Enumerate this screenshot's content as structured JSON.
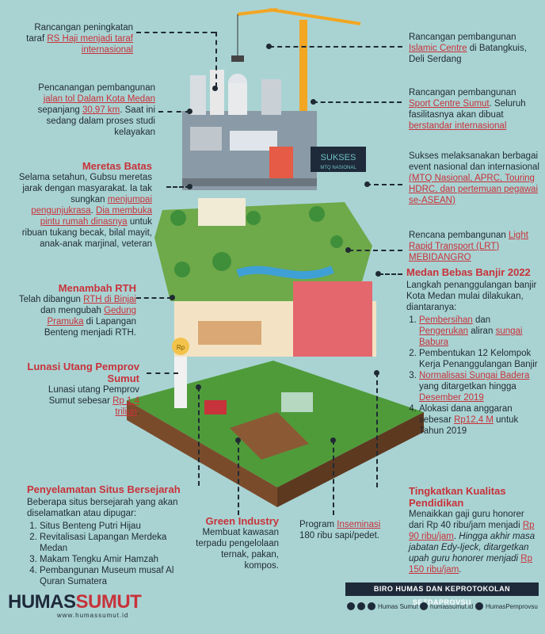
{
  "items": {
    "rs": {
      "pre": "Rancangan peningkatan taraf ",
      "hl": "RS Haji menjadi taraf internasional",
      "post": ""
    },
    "islamic": {
      "pre": "Rancangan pembangunan ",
      "hl": "Islamic Centre",
      "post": " di Batangkuis, Deli Serdang"
    },
    "tol": {
      "pre": "Pencanangan pembangunan ",
      "hl": "jalan tol Dalam Kota Medan",
      "post": " sepanjang ",
      "hl2": "30,97 km",
      "post2": ". Saat ini sedang dalam proses studi kelayakan"
    },
    "sport": {
      "pre": "Rancangan pembangunan ",
      "hl": "Sport Centre Sumut",
      "post": ". Seluruh fasilitasnya akan dibuat ",
      "hl2": "berstandar internasional",
      "post2": ""
    },
    "meretas": {
      "title": "Meretas Batas",
      "pre": "Selama setahun, Gubsu meretas jarak dengan masyarakat. Ia tak sungkan ",
      "hl": "menjumpai pengunjukrasa",
      "post": ". ",
      "hl2": "Dia membuka pintu rumah dinasnya",
      "post2": " untuk ribuan tukang becak, bilal mayit, anak-anak marjinal, veteran"
    },
    "sukses": {
      "pre": "Sukses melaksanakan berbagai event nasional dan internasional ",
      "hl": "(MTQ Nasional, APRC, Touring HDRC, dan pertemuan pegawai se-ASEAN)",
      "post": ""
    },
    "lrt": {
      "pre": "Rencana pembangunan ",
      "hl": "Light Rapid Transport (LRT) MEBIDANGRO",
      "post": ""
    },
    "rth": {
      "title": "Menambah RTH",
      "pre": "Telah dibangun ",
      "hl": "RTH di Binjai",
      "post": " dan mengubah ",
      "hl2": "Gedung Pramuka",
      "post2": " di Lapangan Benteng menjadi RTH."
    },
    "banjir": {
      "title": "Medan Bebas Banjir 2022",
      "intro": "Langkah penanggulangan banjir Kota Medan mulai dilakukan, diantaranya:",
      "list": [
        {
          "hl": "Pembersihan",
          "pre": "",
          "post": " dan ",
          "hl2": "Pengerukan",
          "post2": " aliran ",
          "hl3": "sungai Babura"
        },
        {
          "pre": "Pembentukan 12 Kelompok Kerja Penanggulangan Banjir"
        },
        {
          "hl": "Normalisasi Sungai Badera",
          "post": " yang ditargetkan hingga ",
          "hl2": "Desember 2019"
        },
        {
          "pre": "Alokasi dana anggaran sebesar ",
          "hl": "Rp12,4 M",
          "post": " untuk Tahun 2019"
        }
      ]
    },
    "utang": {
      "title": "Lunasi Utang Pemprov Sumut",
      "pre": "Lunasi utang Pemprov Sumut sebesar ",
      "hl": "Rp 1,4 triliun",
      "post": "."
    },
    "situs": {
      "title": "Penyelamatan Situs Bersejarah",
      "intro": "Beberapa situs bersejarah yang akan diselamatkan atau dipugar:",
      "list": [
        "Situs Benteng Putri Hijau",
        "Revitalisasi Lapangan Merdeka Medan",
        "Makam Tengku Amir Hamzah",
        "Pembangunan Museum musaf Al Quran Sumatera"
      ]
    },
    "green": {
      "title": "Green Industry",
      "text": "Membuat kawasan terpadu pengelolaan ternak, pakan, kompos."
    },
    "inseminasi": {
      "pre": "Program ",
      "hl": "Inseminasi",
      "post": " 180 ribu sapi/pedet."
    },
    "guru": {
      "title": "Tingkatkan Kualitas Pendidikan",
      "pre": "Menaikkan gaji guru honorer dari Rp 40 ribu/jam menjadi ",
      "hl": "Rp 90 ribu/jam",
      "post": ". ",
      "it": "Hingga akhir masa jabatan Edy-Ijeck, ditargetkan upah guru honorer menjadi ",
      "hl2": "Rp 150 ribu/jam",
      "post2": "."
    }
  },
  "scene": {
    "sign": "SUKSES",
    "sign_sub": "MTQ NASIONAL",
    "coin": "Rp"
  },
  "footer": {
    "brand_a": "HUMAS",
    "brand_b": "SUMUT",
    "url": "www.humassumut.id",
    "band": "BIRO HUMAS DAN KEPROTOKOLAN SETDAPROVSU",
    "s1": "Humas Sumut",
    "s2": "humassumut.id",
    "s3": "HumasPemprovsu"
  },
  "colors": {
    "bg": "#a9d3d3",
    "accent": "#c8323a",
    "dark": "#1e2a3a",
    "grass": "#4f9b3a"
  }
}
